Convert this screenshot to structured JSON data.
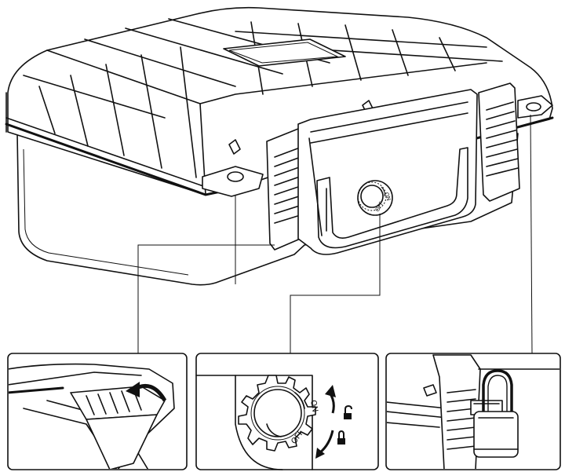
{
  "figure": {
    "dial_small": {
      "on_label": "ON",
      "off_label": "OFF"
    },
    "dial_detail": {
      "on_label": "ON",
      "off_label": "OFF"
    },
    "icons": {
      "unlocked": "padlock-open-icon",
      "locked": "padlock-closed-icon",
      "latch_arrow": "curved-arrow-icon",
      "rotate_arrows": "rotation-arrow-icon"
    }
  }
}
